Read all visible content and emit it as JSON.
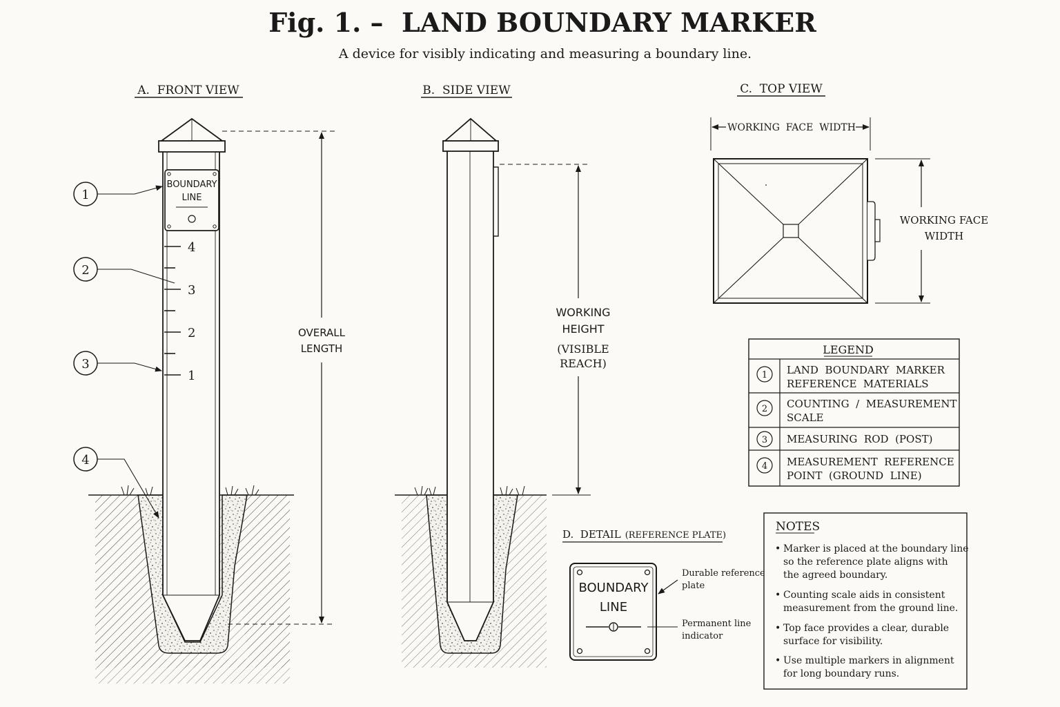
{
  "title": "Fig. 1. –  LAND BOUNDARY MARKER",
  "subtitle": "A device for visibly indicating and measuring a boundary line.",
  "views": {
    "front": "A.  FRONT VIEW",
    "side": "B.  SIDE VIEW",
    "top": "C.  TOP VIEW",
    "detail_main": "D.  DETAIL",
    "detail_sub": "(REFERENCE PLATE)"
  },
  "plate": {
    "line1": "BOUNDARY",
    "line2": "LINE"
  },
  "callouts": [
    "1",
    "2",
    "3",
    "4"
  ],
  "scale_numbers": [
    "4",
    "3",
    "2",
    "1"
  ],
  "dimensions": {
    "overall_1": "OVERALL",
    "overall_2": "LENGTH",
    "working_1": "WORKING",
    "working_2": "HEIGHT",
    "working_3": "(VISIBLE",
    "working_4": "REACH)",
    "face_width_top": "WORKING  FACE  WIDTH",
    "face_width_side_1": "WORKING FACE",
    "face_width_side_2": "WIDTH"
  },
  "legend": {
    "title": "LEGEND",
    "items": [
      {
        "num": "1",
        "line1": "LAND  BOUNDARY  MARKER",
        "line2": "REFERENCE  MATERIALS"
      },
      {
        "num": "2",
        "line1": "COUNTING  /  MEASUREMENT",
        "line2": "SCALE"
      },
      {
        "num": "3",
        "line1": "MEASURING  ROD  (POST)",
        "line2": ""
      },
      {
        "num": "4",
        "line1": "MEASUREMENT  REFERENCE",
        "line2": "POINT  (GROUND  LINE)"
      }
    ]
  },
  "detail_labels": {
    "durable_1": "Durable reference",
    "durable_2": "plate",
    "permanent_1": "Permanent line",
    "permanent_2": "indicator"
  },
  "notes": {
    "title": "NOTES",
    "bullet": "•",
    "items": [
      {
        "l1": "Marker is placed at the boundary line",
        "l2": "so the reference plate aligns with",
        "l3": "the agreed boundary."
      },
      {
        "l1": "Counting scale aids in consistent",
        "l2": "measurement from the ground line.",
        "l3": ""
      },
      {
        "l1": "Top face provides a clear, durable",
        "l2": "surface for visibility.",
        "l3": ""
      },
      {
        "l1": "Use multiple markers in alignment",
        "l2": "for long boundary runs.",
        "l3": ""
      }
    ]
  }
}
